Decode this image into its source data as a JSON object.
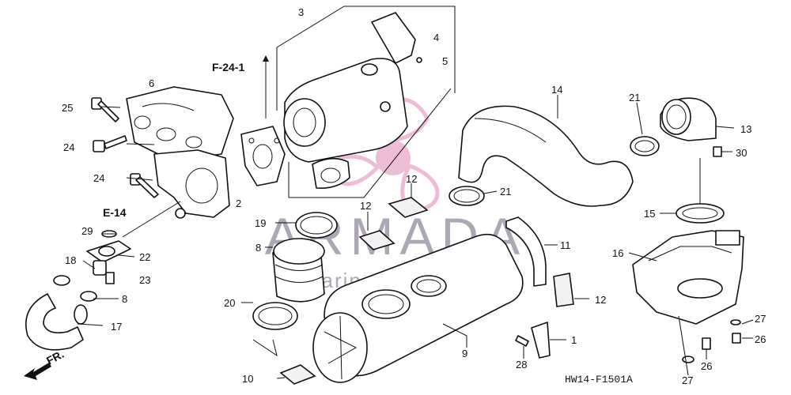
{
  "callouts": {
    "c1": "1",
    "c2": "2",
    "c3": "3",
    "c4": "4",
    "c5": "5",
    "c6": "6",
    "c8a": "8",
    "c8b": "8",
    "c9": "9",
    "c10": "10",
    "c11": "11",
    "c12a": "12",
    "c12b": "12",
    "c12c": "12",
    "c13": "13",
    "c14": "14",
    "c15": "15",
    "c16": "16",
    "c17": "17",
    "c18": "18",
    "c19": "19",
    "c20": "20",
    "c21a": "21",
    "c21b": "21",
    "c22": "22",
    "c23": "23",
    "c24a": "24",
    "c24b": "24",
    "c25": "25",
    "c26a": "26",
    "c26b": "26",
    "c27a": "27",
    "c27b": "27",
    "c28": "28",
    "c29": "29",
    "c30": "30"
  },
  "references": {
    "f24": "F-24-1",
    "e14": "E-14",
    "front": "FR."
  },
  "diagram_code": "HW14-F1501A",
  "watermark": {
    "brand": "ARMADA",
    "tagline": "marine outboards",
    "accent_color": "#e8a6c8",
    "text_color": "#6b5f7a"
  }
}
